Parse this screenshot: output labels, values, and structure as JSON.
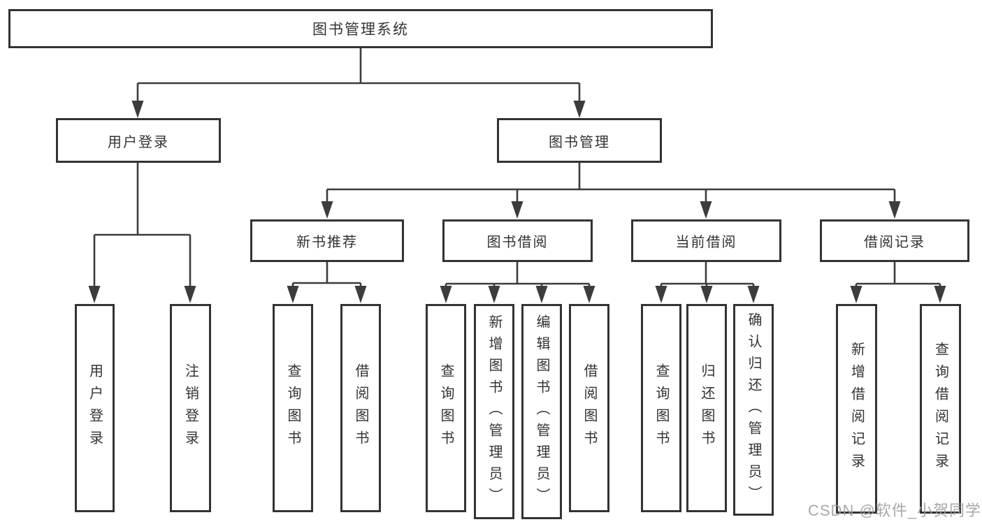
{
  "root": {
    "label": "图书管理系统"
  },
  "login_branch": {
    "label": "用户登录",
    "leaves": [
      {
        "label": "用户登录"
      },
      {
        "label": "注销登录"
      }
    ]
  },
  "mgmt_branch": {
    "label": "图书管理",
    "groups": [
      {
        "label": "新书推荐",
        "leaves": [
          {
            "label": "查询图书"
          },
          {
            "label": "借阅图书"
          }
        ]
      },
      {
        "label": "图书借阅",
        "leaves": [
          {
            "label": "查询图书"
          },
          {
            "label": "新增图书（管理员）"
          },
          {
            "label": "编辑图书（管理员）"
          },
          {
            "label": "借阅图书"
          }
        ]
      },
      {
        "label": "当前借阅",
        "leaves": [
          {
            "label": "查询图书"
          },
          {
            "label": "归还图书"
          },
          {
            "label": "确认归还（管理员）"
          }
        ]
      },
      {
        "label": "借阅记录",
        "leaves": [
          {
            "label": "新增借阅记录"
          },
          {
            "label": "查询借阅记录"
          }
        ]
      }
    ]
  },
  "watermark": "CSDN @软件_小贺同学",
  "colors": {
    "line": "#3c3c3c",
    "border": "#333333",
    "text": "#333333",
    "watermark": "#9d9d9d",
    "background": "#ffffff"
  }
}
